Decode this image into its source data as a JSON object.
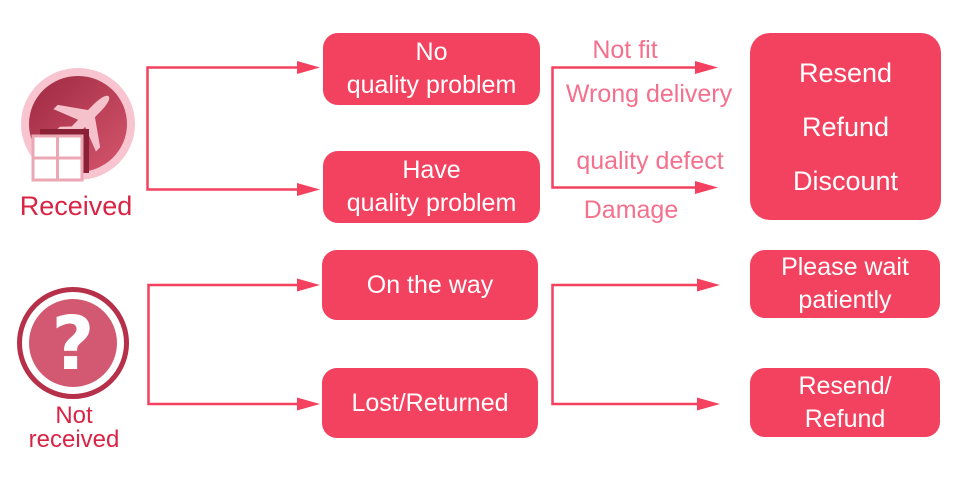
{
  "colors": {
    "box_fill": "#f3425f",
    "box_text": "#ffffff",
    "arrow": "#f4415f",
    "branch_label_text": "#f4708c",
    "source_label_text": "#d92445",
    "icon_ring_light_pink": "#f7c4cf",
    "icon_inner_dark_red": "#9e2a42",
    "icon_question_fill": "#d25971"
  },
  "icons": [
    "plane-package-icon",
    "question-mark-icon"
  ],
  "sources": [
    {
      "label": "Received"
    },
    {
      "label": "Not\nreceived"
    }
  ],
  "mid_boxes": [
    {
      "label": "No\nquality problem"
    },
    {
      "label": "Have\nquality problem"
    },
    {
      "label": "On the way"
    },
    {
      "label": "Lost/Returned"
    }
  ],
  "branch_labels": [
    "Not fit",
    "Wrong delivery",
    "quality defect",
    "Damage"
  ],
  "result_boxes": [
    {
      "label": "Resend\nRefund\nDiscount"
    },
    {
      "label": "Please wait\npatiently"
    },
    {
      "label": "Resend/\nRefund"
    }
  ]
}
